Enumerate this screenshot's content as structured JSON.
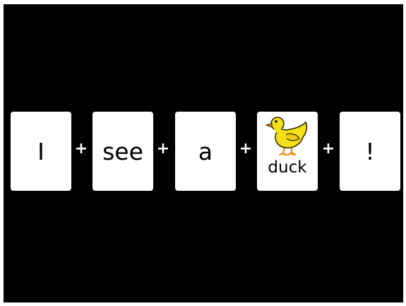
{
  "sentence": {
    "cards": [
      {
        "word": "I"
      },
      {
        "word": "see"
      },
      {
        "word": "a"
      },
      {
        "word": "duck",
        "icon": "duck-icon"
      },
      {
        "word": "!"
      }
    ],
    "joiner": "+"
  },
  "colors": {
    "background": "#000000",
    "card": "#ffffff",
    "joiner": "#ffffff",
    "duck_body": "#f5e11a",
    "duck_beak": "#f08a12"
  }
}
